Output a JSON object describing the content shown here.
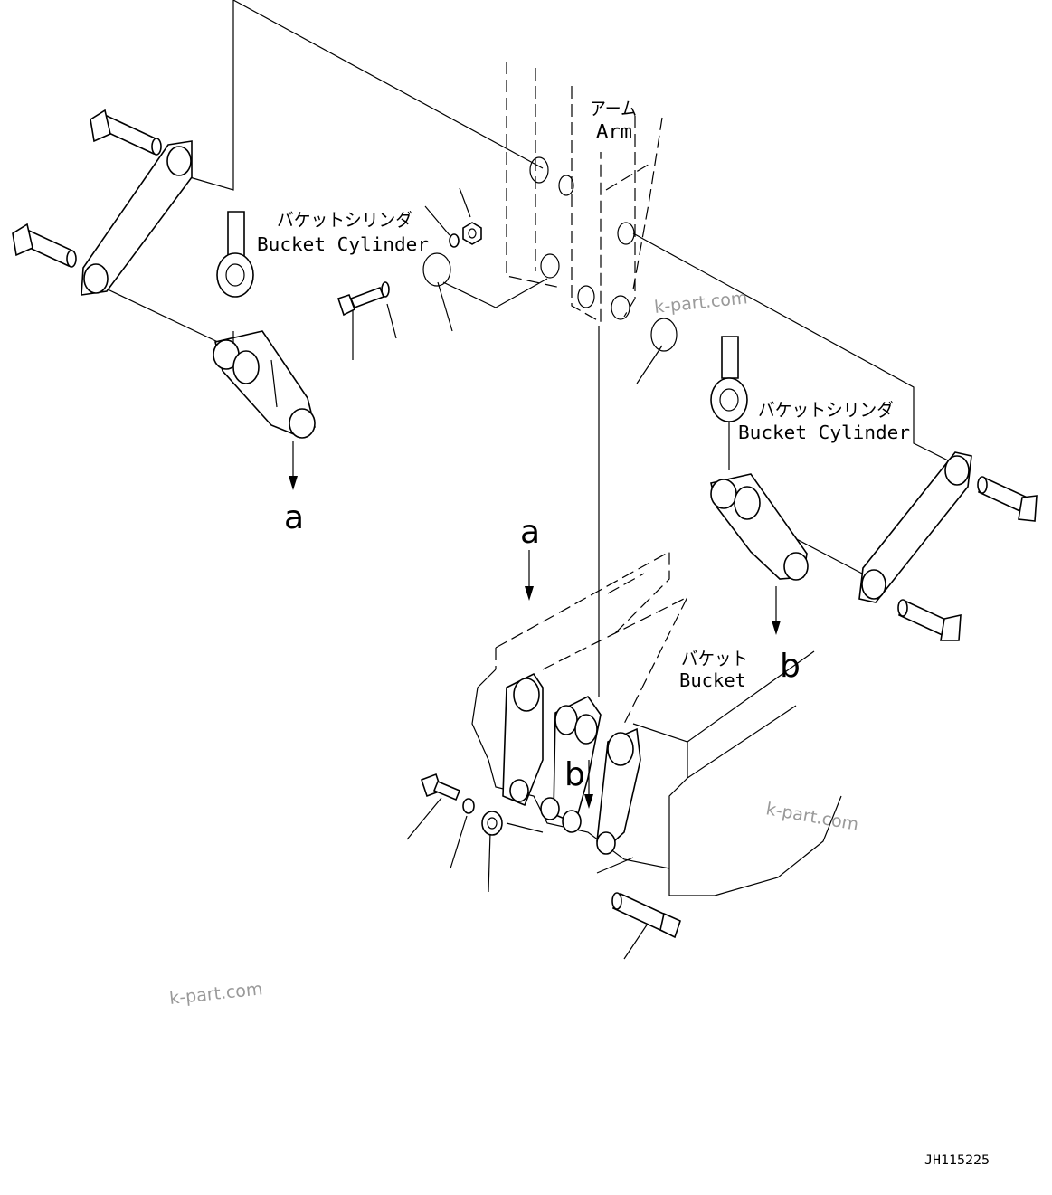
{
  "labels": {
    "arm_jp": "アーム",
    "arm_en": "Arm",
    "cyl_left_jp": "バケットシリンダ",
    "cyl_left_en": "Bucket Cylinder",
    "cyl_right_jp": "バケットシリンダ",
    "cyl_right_en": "Bucket Cylinder",
    "bucket_jp": "バケット",
    "bucket_en": "Bucket",
    "ref_a_upper": "a",
    "ref_a_lower": "a",
    "ref_b_right": "b",
    "ref_b_lower": "b",
    "drawing_no": "JH115225"
  },
  "watermarks": [
    "k-part.com",
    "k-part.com",
    "k-part.com"
  ]
}
